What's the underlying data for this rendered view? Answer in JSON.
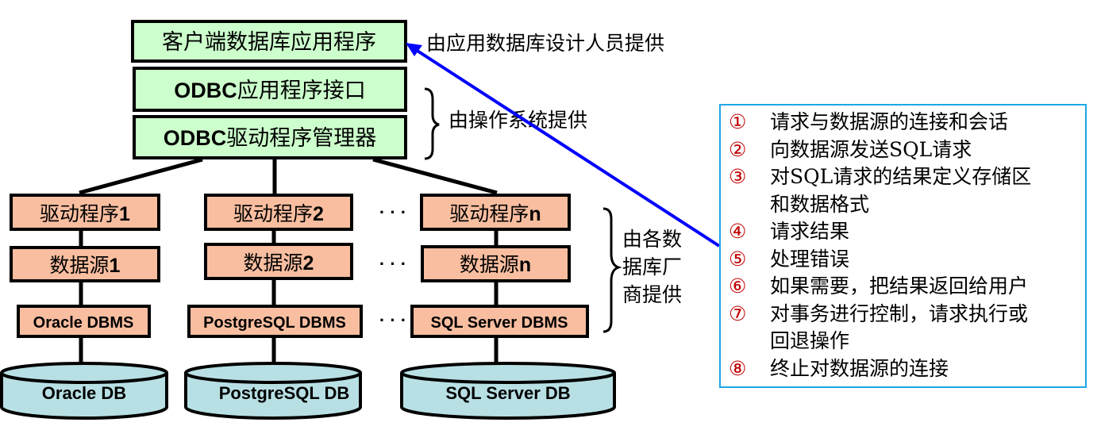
{
  "diagram": {
    "top_box": "客户端数据库应用程序",
    "odbc_api": {
      "prefix": "ODBC",
      "suffix": "应用程序接口"
    },
    "odbc_manager": {
      "prefix": "ODBC",
      "suffix": "驱动程序管理器"
    },
    "annotations": {
      "app_designer": "由应用数据库设计人员提供",
      "os_provided": "由操作系统提供",
      "vendor_provided_lines": [
        "由各数",
        "据库厂",
        "商提供"
      ]
    },
    "columns": [
      {
        "driver": {
          "cjk": "驱动程序",
          "num": "1"
        },
        "datasource": {
          "cjk": "数据源",
          "num": "1"
        },
        "dbms": "Oracle DBMS",
        "db": "Oracle DB"
      },
      {
        "driver": {
          "cjk": "驱动程序",
          "num": "2"
        },
        "datasource": {
          "cjk": "数据源",
          "num": "2"
        },
        "dbms": "PostgreSQL DBMS",
        "db": "PostgreSQL DB"
      },
      {
        "driver": {
          "cjk": "驱动程序",
          "num": "n"
        },
        "datasource": {
          "cjk": "数据源",
          "num": "n"
        },
        "dbms": "SQL Server DBMS",
        "db": "SQL Server DB"
      }
    ],
    "ellipsis": "· · ·",
    "colors": {
      "green_box": "#ccffcc",
      "orange_box": "#f9bea0",
      "cylinder": "#b8e0e4",
      "arrow": "#0000ff",
      "legend_border": "#1ea6e6",
      "legend_number": "#c00000"
    }
  },
  "legend": {
    "items": [
      {
        "num": "①",
        "text": "请求与数据源的连接和会话"
      },
      {
        "num": "②",
        "text": "向数据源发送SQL请求"
      },
      {
        "num": "③",
        "text": "对SQL请求的结果定义存储区"
      },
      {
        "num": "",
        "text": "和数据格式"
      },
      {
        "num": "④",
        "text": "请求结果"
      },
      {
        "num": "⑤",
        "text": "处理错误"
      },
      {
        "num": "⑥",
        "text": "如果需要，把结果返回给用户"
      },
      {
        "num": "⑦",
        "text": "对事务进行控制，请求执行或"
      },
      {
        "num": "",
        "text": "回退操作"
      },
      {
        "num": "⑧",
        "text": "终止对数据源的连接"
      }
    ]
  }
}
